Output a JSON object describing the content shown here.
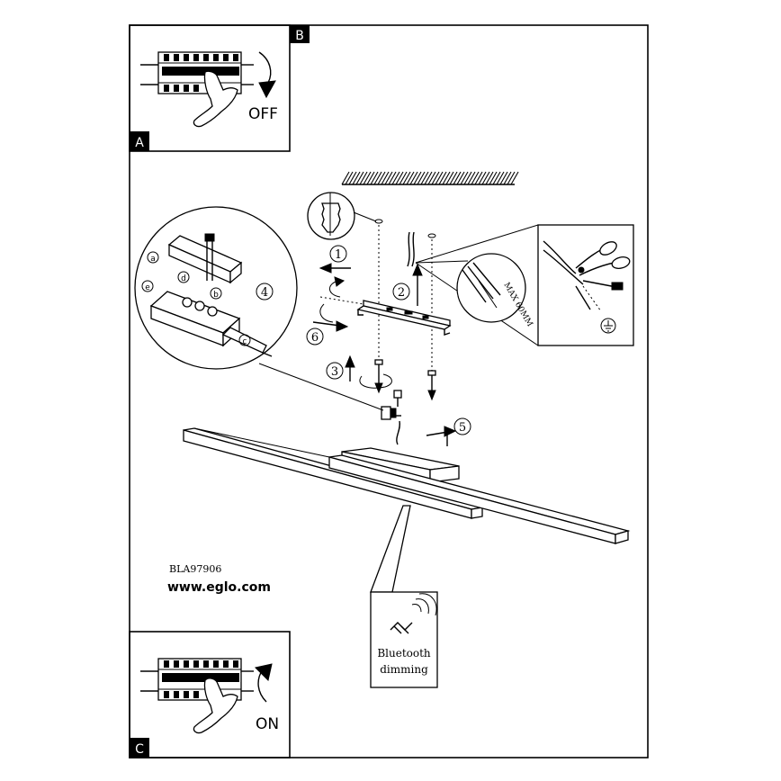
{
  "labels": {
    "corner_a": "A",
    "corner_b": "B",
    "corner_c": "C",
    "off": "OFF",
    "on": "ON",
    "model": "BLA97906",
    "url": "www.eglo.com",
    "bt_line1": "Bluetooth",
    "bt_line2": "dimming",
    "max_wire": "MAX 60MM",
    "step1": "1",
    "step2": "2",
    "step3": "3",
    "step4": "4",
    "step5": "5",
    "step6": "6",
    "term_a": "a",
    "term_b": "b",
    "term_c": "c",
    "term_d": "d",
    "term_e": "e"
  },
  "icons": [
    "breaker-switch-icon",
    "hand-icon",
    "rotate-arrow-icon",
    "wall-plug-icon",
    "screw-icon",
    "pliers-icon",
    "ground-icon",
    "bluetooth-icon",
    "signal-waves-icon"
  ]
}
